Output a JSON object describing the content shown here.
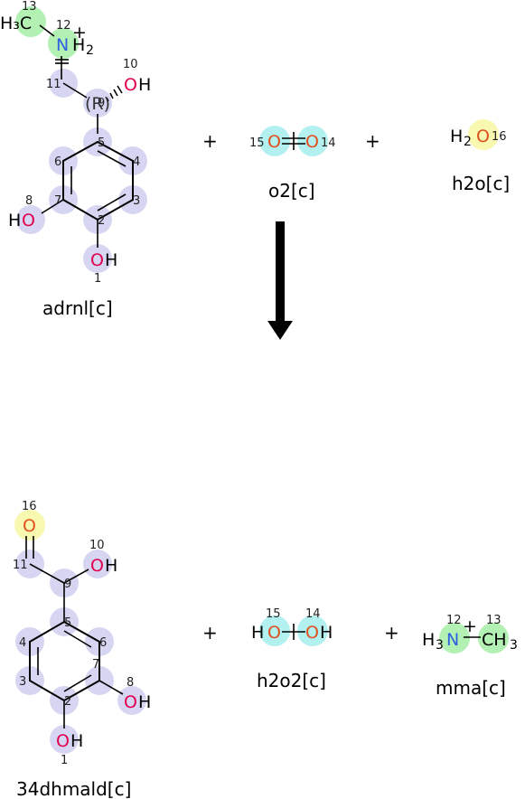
{
  "colors": {
    "halo_ring": "#d6d6f2",
    "halo_nitrogen": "#b3f0b3",
    "halo_oxygen_peroxide": "#b3f0f0",
    "halo_water": "#f8f8b0",
    "oxygen": "#e0004f",
    "oxygen_light": "#e05020",
    "nitrogen": "#3060e0",
    "arrow": "#000000"
  },
  "reaction": {
    "plus_sign": "+",
    "arrow": "down-arrow-icon",
    "reactants": [
      {
        "name": "adrnl[c]",
        "atoms": {
          "c13": "H₃C",
          "c13_num": "13",
          "n12": "N",
          "n12_h": "H",
          "n12_sub": "2",
          "n12_num": "12",
          "n12_charge": "+",
          "c11_num": "11",
          "c9": "(R)",
          "c9_num": "9",
          "o10": "O",
          "o10_h": "H",
          "o10_num": "10",
          "c5_num": "5",
          "c6_num": "6",
          "c4_num": "4",
          "c7_num": "7",
          "c3_num": "3",
          "c2_num": "2",
          "o8": "O",
          "o8_h": "H",
          "o8_num": "8",
          "o1": "O",
          "o1_h": "H",
          "o1_num": "1"
        }
      },
      {
        "name": "o2[c]",
        "atoms": {
          "o15": "O",
          "o15_num": "15",
          "o14": "O",
          "o14_num": "14"
        }
      },
      {
        "name": "h2o[c]",
        "atoms": {
          "h": "H",
          "sub": "2",
          "o16": "O",
          "o16_num": "16"
        }
      }
    ],
    "products": [
      {
        "name": "34dhmald[c]",
        "atoms": {
          "o16": "O",
          "o16_num": "16",
          "c11_num": "11",
          "o10": "O",
          "o10_h": "H",
          "o10_num": "10",
          "c9_num": "9",
          "c5_num": "5",
          "c4_num": "4",
          "c6_num": "6",
          "c3_num": "3",
          "c7_num": "7",
          "c2_num": "2",
          "o8": "O",
          "o8_h": "H",
          "o8_num": "8",
          "o1": "O",
          "o1_h": "H",
          "o1_num": "1"
        }
      },
      {
        "name": "h2o2[c]",
        "atoms": {
          "h1": "H",
          "o15": "O",
          "o15_num": "15",
          "o14": "O",
          "o14_num": "14",
          "h2": "H"
        }
      },
      {
        "name": "mma[c]",
        "atoms": {
          "h3": "H",
          "sub3": "3",
          "n12": "N",
          "n12_num": "12",
          "n12_charge": "+",
          "c13": "CH",
          "c13_sub": "3",
          "c13_num": "13"
        }
      }
    ]
  }
}
